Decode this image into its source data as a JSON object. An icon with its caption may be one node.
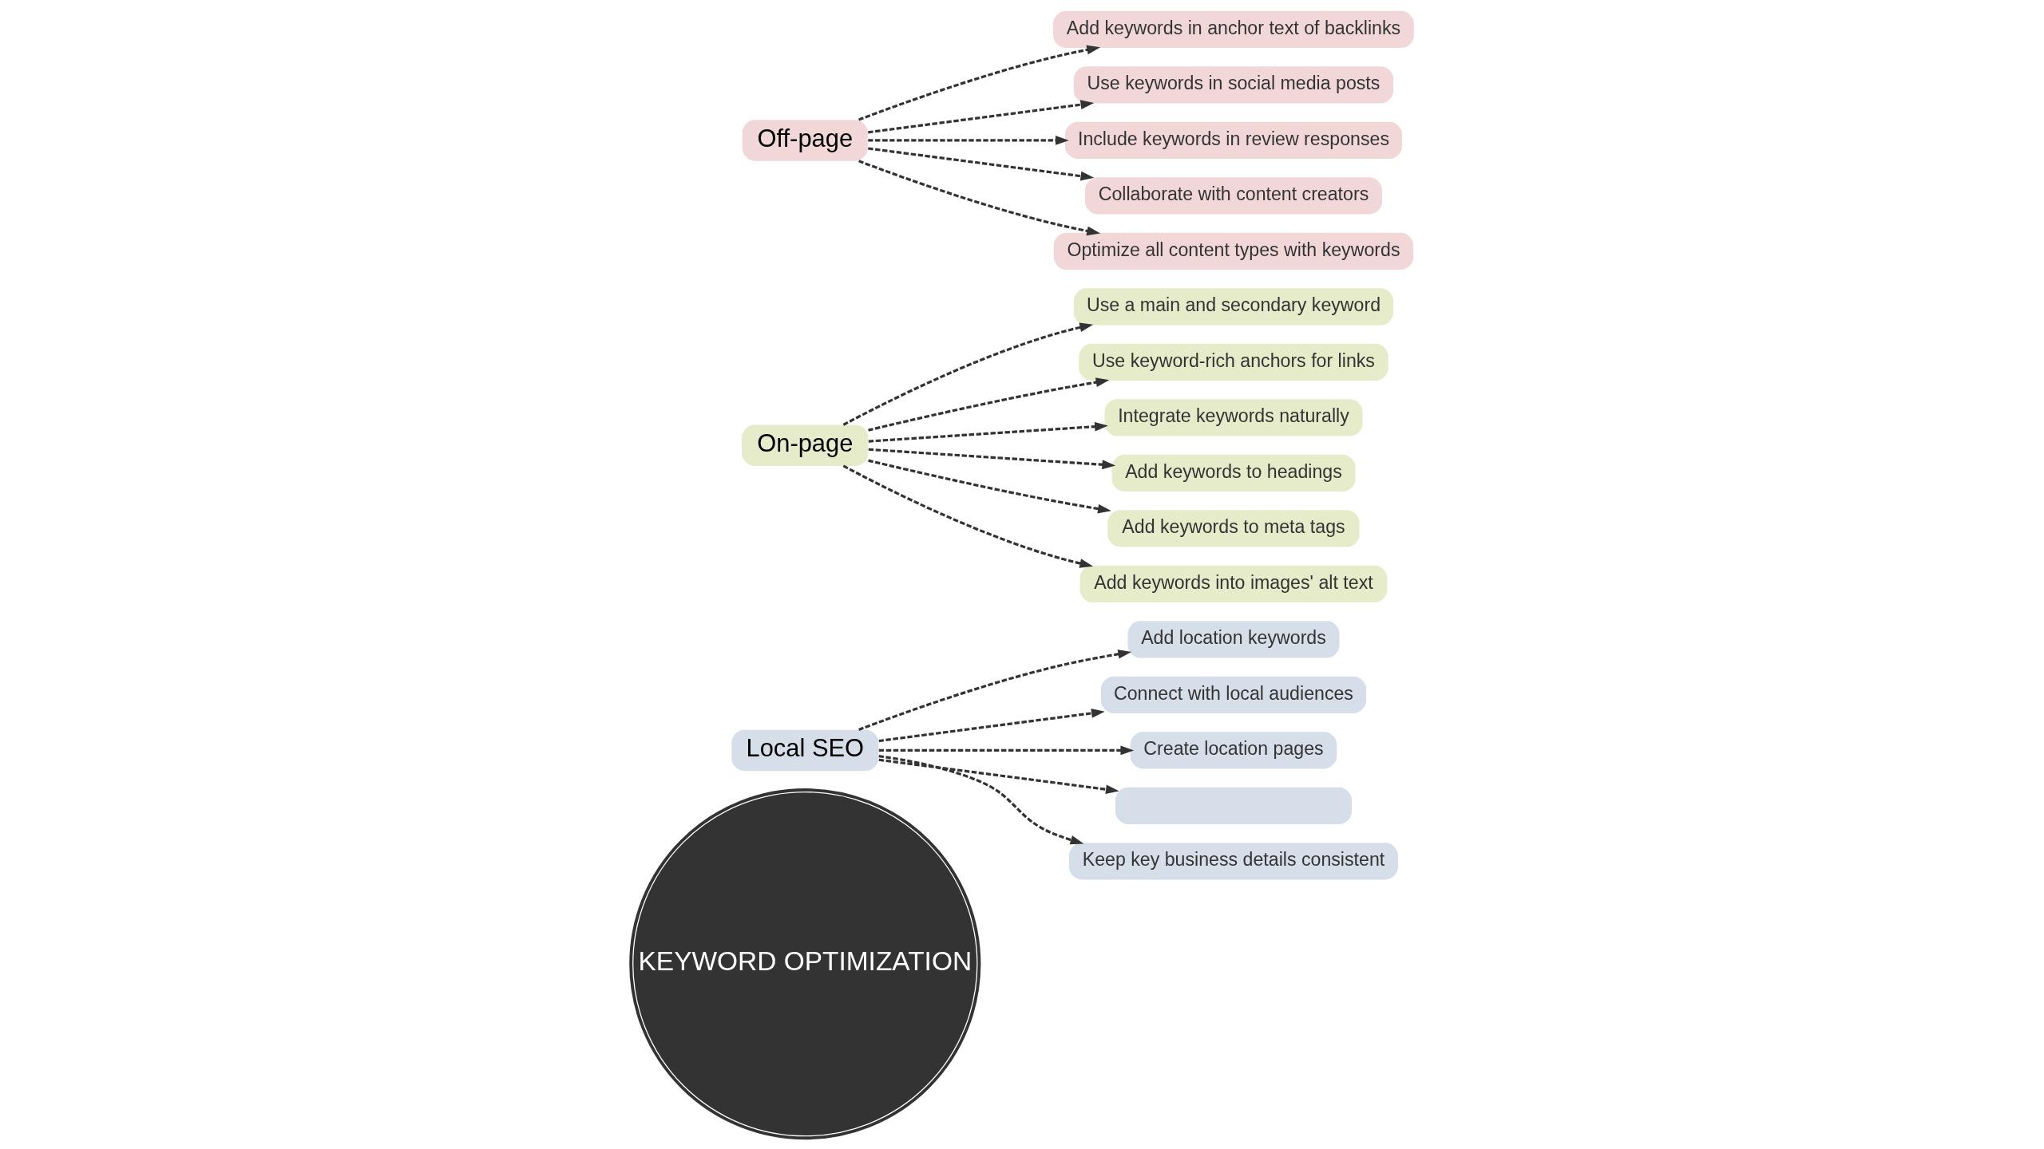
{
  "diagram": {
    "nodes": [
      {
        "text": [
          "KEYWORD OPTIMIZATION"
        ]
      },
      {
        "text": [
          "Local SEO"
        ]
      },
      {
        "text": [
          "Add location keywords"
        ]
      },
      {
        "text": [
          "Connect with local audiences"
        ]
      },
      {
        "text": [
          "Create location pages"
        ]
      },
      {
        "text": [],
        "shape": "box"
      },
      {
        "text": [
          "Keep key business details consistent"
        ]
      },
      {
        "text": [
          "On-page"
        ]
      },
      {
        "text": [
          "Use a main and secondary keyword"
        ]
      },
      {
        "text": [
          "Use keyword-rich anchors for links"
        ]
      },
      {
        "text": [
          "Integrate keywords naturally"
        ]
      },
      {
        "text": [
          "Add keywords to headings"
        ]
      },
      {
        "text": [
          "Add keywords to meta tags"
        ]
      },
      {
        "text": [
          "Add keywords into images' alt text"
        ]
      },
      {
        "text": [
          "Off-page"
        ]
      },
      {
        "text": [
          "Add keywords in anchor text of backlinks"
        ]
      },
      {
        "text": [
          "Use keywords in social media posts"
        ]
      },
      {
        "text": [
          "Include keywords in review responses"
        ]
      },
      {
        "text": [
          "Collaborate with content creators"
        ]
      },
      {
        "text": [
          "Optimize all content types with keywords"
        ]
      }
    ],
    "edges": [
      {
        "from": 1,
        "to": 2,
        "arrow": "to",
        "style": "dashed"
      },
      {
        "from": 1,
        "to": 3,
        "arrow": "to",
        "style": "dashed"
      },
      {
        "from": 1,
        "to": 4,
        "arrow": "to",
        "style": "dashed"
      },
      {
        "from": 1,
        "to": 5,
        "arrow": "to",
        "style": "dashed"
      },
      {
        "from": 1,
        "to": 6,
        "arrow": "to",
        "style": "dashed"
      },
      {
        "from": 7,
        "to": 8,
        "arrow": "to",
        "style": "dashed"
      },
      {
        "from": 7,
        "to": 9,
        "arrow": "to",
        "style": "dashed"
      },
      {
        "from": 7,
        "to": 10,
        "arrow": "to",
        "style": "dashed"
      },
      {
        "from": 7,
        "to": 11,
        "arrow": "to",
        "style": "dashed"
      },
      {
        "from": 7,
        "to": 12,
        "arrow": "to",
        "style": "dashed"
      },
      {
        "from": 7,
        "to": 13,
        "arrow": "to",
        "style": "dashed"
      },
      {
        "from": 14,
        "to": 15,
        "arrow": "to",
        "style": "dashed"
      },
      {
        "from": 14,
        "to": 16,
        "arrow": "to",
        "style": "dashed"
      },
      {
        "from": 14,
        "to": 17,
        "arrow": "to",
        "style": "dashed"
      },
      {
        "from": 14,
        "to": 18,
        "arrow": "to",
        "style": "dashed"
      },
      {
        "from": 14,
        "to": 19,
        "arrow": "to",
        "style": "dashed"
      }
    ]
  }
}
